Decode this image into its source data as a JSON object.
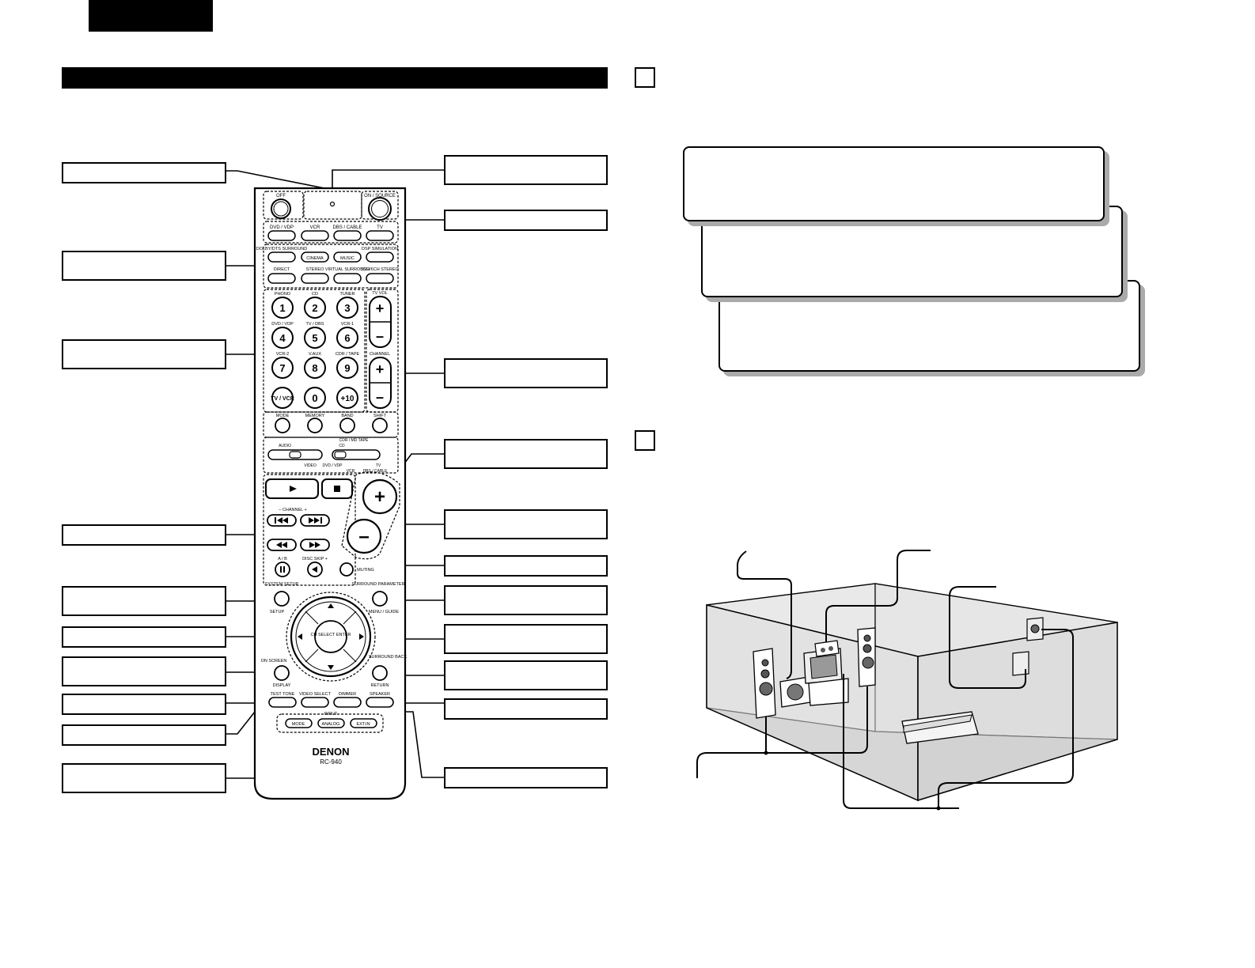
{
  "remote": {
    "brand": "DENON",
    "model": "RC-940",
    "power": {
      "off": "OFF",
      "on_source": "ON / SOURCE"
    },
    "source_buttons": [
      "DVD / VDP",
      "VCR",
      "DBS / CABLE",
      "TV"
    ],
    "surround_labels": {
      "dolby": "DOLBY/DTS SURROUND",
      "cinema": "CINEMA",
      "music": "MUSIC",
      "dsp": "DSP SIMULATION"
    },
    "mode_labels": [
      "DIRECT",
      "STEREO",
      "VIRTUAL SURROUND",
      "5CH/6CH STEREO"
    ],
    "number_labels": [
      "PHONO",
      "CD",
      "TUNER",
      "DVD / VDP",
      "TV / DBS",
      "VCR-1",
      "VCR-2",
      "V.AUX",
      "CDR / TAPE"
    ],
    "numbers": [
      "1",
      "2",
      "3",
      "4",
      "5",
      "6",
      "7",
      "8",
      "9",
      "TV / VCR",
      "0",
      "+10"
    ],
    "tv_vol": "TV VOL",
    "channel": "CHANNEL",
    "tuner_buttons": [
      "MODE",
      "MEMORY",
      "BAND",
      "SHIFT"
    ],
    "switch_labels": {
      "audio": "AUDIO",
      "cdr_md_tape": "CDR / MD  TAPE",
      "cd": "CD",
      "video": "VIDEO",
      "dvd_vdp": "DVD / VDP",
      "vcr": "VCR",
      "tv": "TV",
      "dbs_cable": "DBS / CABLE"
    },
    "transport": {
      "channel": "–  CHANNEL  +",
      "ab": "A / B",
      "disc_skip": "DISC SKIP +"
    },
    "muting": "MUTING",
    "system_setup": "SYSTEM SETUP",
    "setup": "SETUP",
    "surround_parameter": "SURROUND PARAMETER",
    "menu_guide": "MENU / GUIDE",
    "ch_select_enter": "CH SELECT ENTER",
    "on_screen": "ON SCREEN",
    "display": "DISPLAY",
    "surround_back": "SURROUND BACK",
    "return": "RETURN",
    "bottom_buttons": [
      "TEST TONE",
      "VIDEO SELECT",
      "DIMMER",
      "SPEAKER"
    ],
    "input": "INPUT",
    "input_buttons": [
      "MODE",
      "ANALOG",
      "EXT.IN"
    ]
  }
}
